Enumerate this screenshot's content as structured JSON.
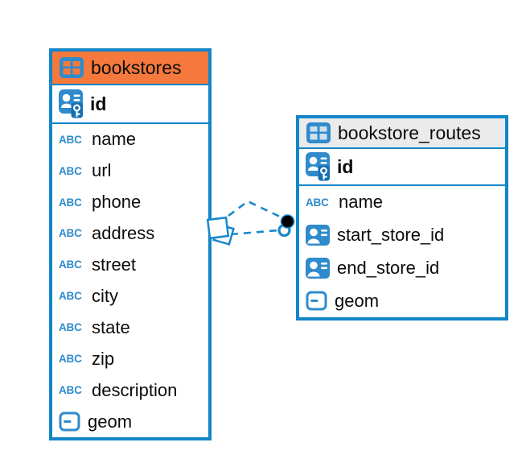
{
  "diagram": {
    "tables": [
      {
        "name": "bookstores",
        "header_color": "#f5793d",
        "columns": [
          {
            "name": "id",
            "type_icon": "primary-key-icon"
          },
          {
            "name": "name",
            "type_icon": "text-type-icon"
          },
          {
            "name": "url",
            "type_icon": "text-type-icon"
          },
          {
            "name": "phone",
            "type_icon": "text-type-icon"
          },
          {
            "name": "address",
            "type_icon": "text-type-icon"
          },
          {
            "name": "street",
            "type_icon": "text-type-icon"
          },
          {
            "name": "city",
            "type_icon": "text-type-icon"
          },
          {
            "name": "state",
            "type_icon": "text-type-icon"
          },
          {
            "name": "zip",
            "type_icon": "text-type-icon"
          },
          {
            "name": "description",
            "type_icon": "text-type-icon"
          },
          {
            "name": "geom",
            "type_icon": "geometry-icon"
          }
        ]
      },
      {
        "name": "bookstore_routes",
        "header_color": "#ebebeb",
        "columns": [
          {
            "name": "id",
            "type_icon": "primary-key-icon"
          },
          {
            "name": "name",
            "type_icon": "text-type-icon"
          },
          {
            "name": "start_store_id",
            "type_icon": "foreign-key-icon"
          },
          {
            "name": "end_store_id",
            "type_icon": "foreign-key-icon"
          },
          {
            "name": "geom",
            "type_icon": "geometry-icon"
          }
        ]
      }
    ],
    "icons": {
      "text_type_label": "ABC"
    },
    "relationships": {
      "count": 2,
      "style": "dashed",
      "line_color": "#1788cb",
      "source_marker": "stacked-squares",
      "target_markers": [
        "black-dot",
        "ring-dot"
      ]
    },
    "colors": {
      "table_border_blue": "#1386c8",
      "icon_blue": "#2f8bcb",
      "key_badge_blue": "#1470b2",
      "bookstores_header_orange": "#f5793d",
      "routes_header_gray": "#ebebeb",
      "text": "#0b0b0b"
    }
  }
}
